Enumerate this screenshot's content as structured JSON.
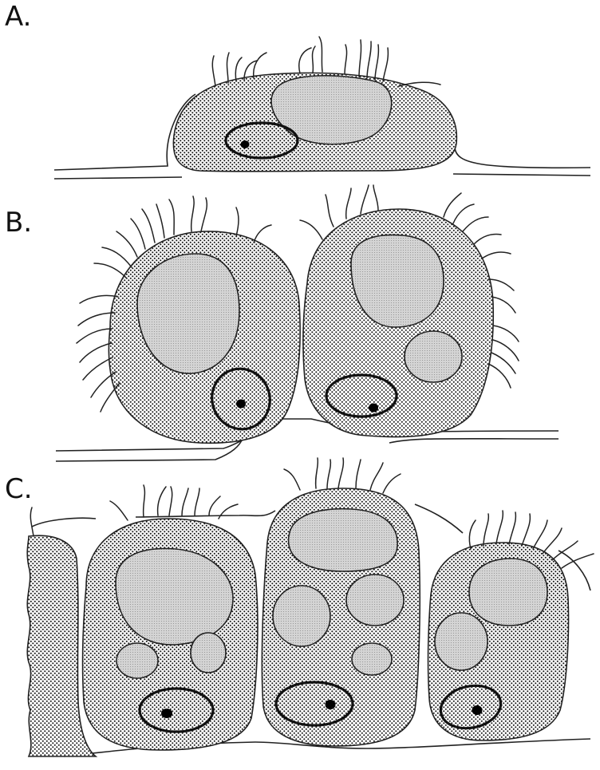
{
  "figure": {
    "panels": [
      {
        "label": "A."
      },
      {
        "label": "B."
      },
      {
        "label": "C."
      }
    ]
  },
  "colors": {
    "ink": "#111111",
    "cell_stipple": "#1a1a1a",
    "inclusion_fill": "#cfcfcf",
    "nucleolus": "#000000",
    "background": "#ffffff"
  }
}
